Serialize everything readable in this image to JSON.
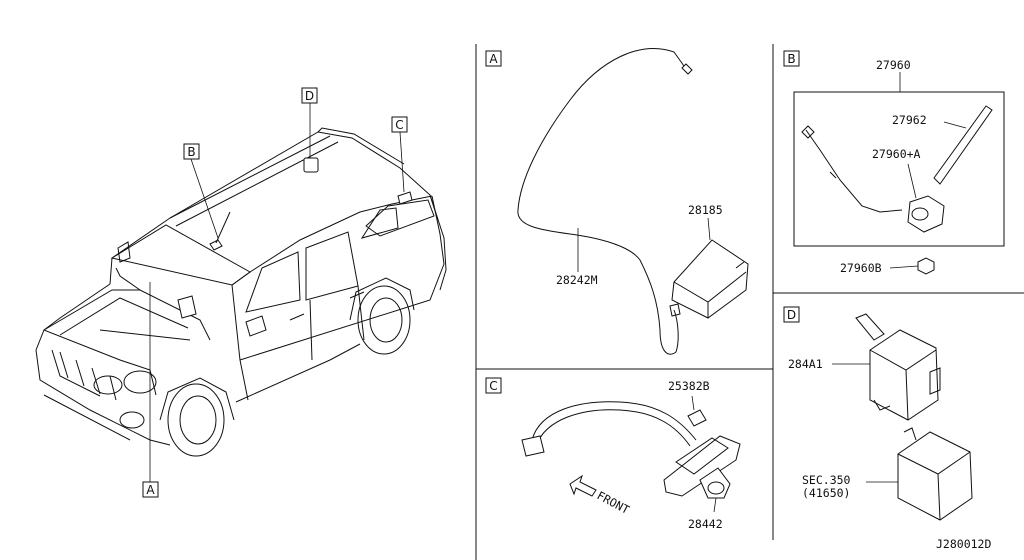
{
  "diagram_code": "J280012D",
  "views": {
    "A": {
      "letter": "A",
      "parts": {
        "cable": "28242M",
        "module": "28185"
      }
    },
    "B": {
      "letter": "B",
      "parts": {
        "assembly": "27960",
        "rod": "27962",
        "base": "27960+A",
        "nut": "27960B"
      }
    },
    "C": {
      "letter": "C",
      "parts": {
        "clip": "25382B",
        "camera": "28442"
      },
      "direction": "FRONT"
    },
    "D": {
      "letter": "D",
      "parts": {
        "unit": "284A1",
        "sec_ref": "SEC.350",
        "sec_sub": "(41650)"
      }
    }
  },
  "callouts": [
    "A",
    "B",
    "C",
    "D"
  ]
}
